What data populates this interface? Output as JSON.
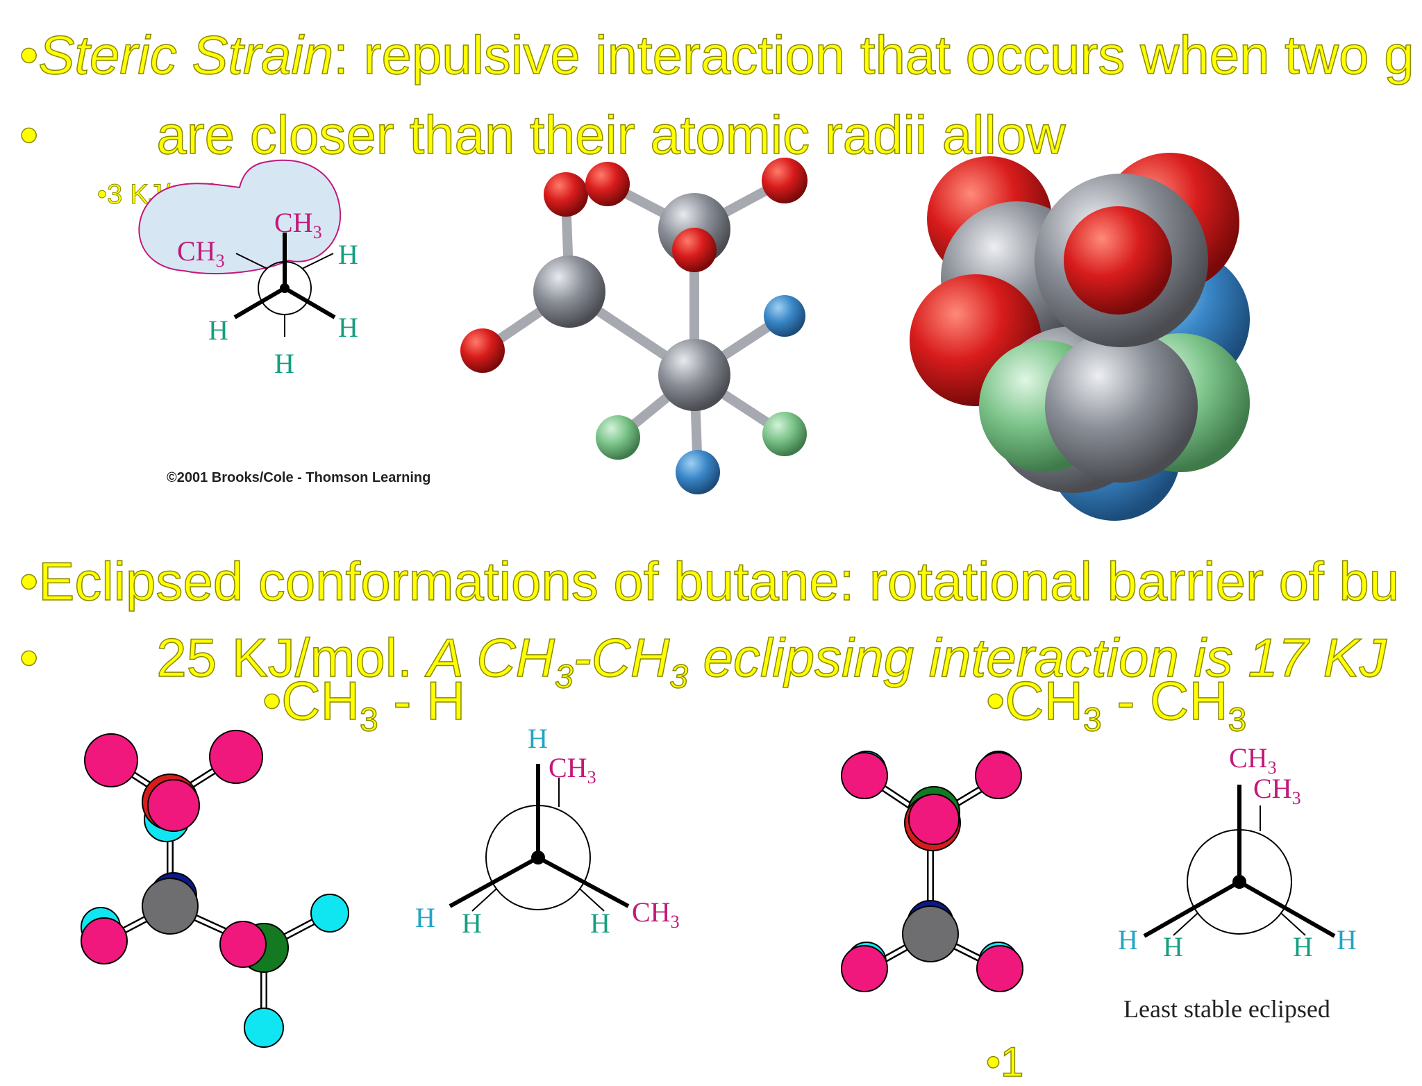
{
  "heading1": {
    "bullet": "•",
    "italic": "Steric Strain",
    "rest": ": repulsive interaction that occurs when two g"
  },
  "heading1b": {
    "bullet": "•",
    "text": "are closer than their atomic radii allow"
  },
  "energy_small": "•3 KJ/mol",
  "newman1": {
    "top_right": "CH",
    "left": "CH",
    "sub": "3",
    "h": "H"
  },
  "copyright": "©2001 Brooks/Cole - Thomson Learning",
  "heading2": {
    "text": "•Eclipsed conformations of butane: rotational barrier of bu"
  },
  "heading2b": {
    "bullet": "•",
    "plain": "25 KJ/mol. ",
    "italic_a": "A CH",
    "sub": "3",
    "italic_b": "-CH",
    "italic_c": " eclipsing interaction is 17 KJ"
  },
  "label_left": {
    "a": "•CH",
    "sub": "3",
    "b": " - H"
  },
  "label_right": {
    "a": "•CH",
    "sub": "3",
    "b": " - CH",
    "sub2": "3"
  },
  "newman2": {
    "h": "H",
    "ch": "CH",
    "sub": "3"
  },
  "newman3": {
    "h": "H",
    "ch": "CH",
    "sub": "3",
    "caption": "Least stable eclipsed"
  },
  "footer": "•1",
  "colors": {
    "text_yellow": "#ffff00",
    "oxygen": "#d81c1c",
    "carbon": "#8a8e96",
    "blue": "#3a87c8",
    "green": "#7cc48a",
    "pink": "#f0187c",
    "cyan": "#10e6f2",
    "dkgreen": "#137a22"
  }
}
